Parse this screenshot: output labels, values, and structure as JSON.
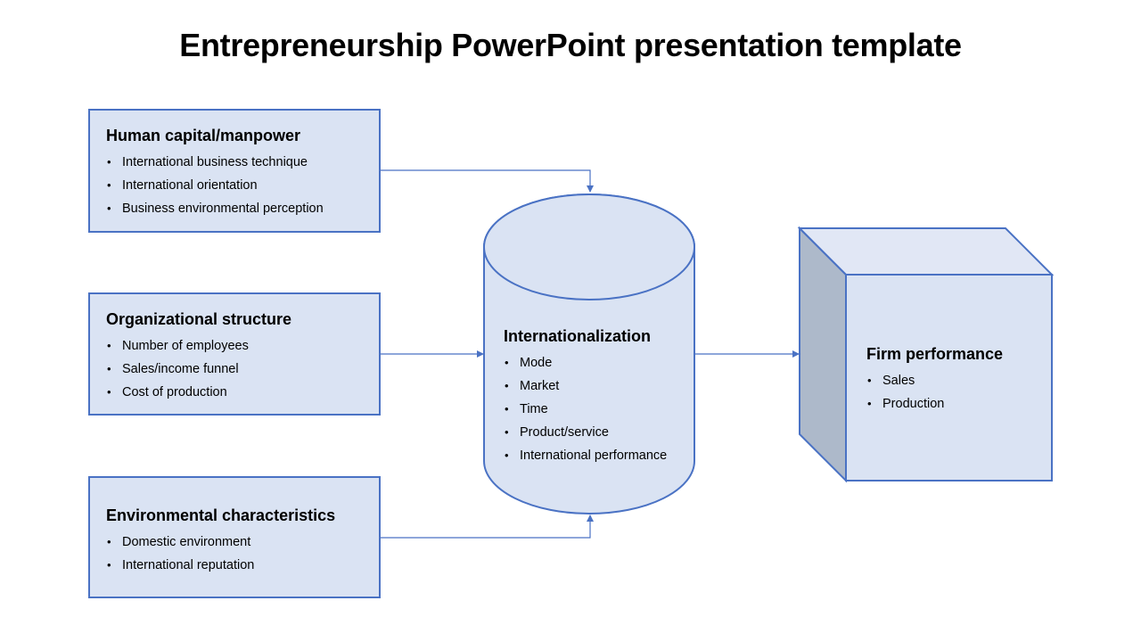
{
  "title": "Entrepreneurship PowerPoint presentation template",
  "colors": {
    "fill": "#dae3f3",
    "stroke": "#4a72c4",
    "cube_side": "#adb9ca",
    "cube_top": "#e1e7f5"
  },
  "inputs": [
    {
      "heading": "Human capital/manpower",
      "items": [
        "International business technique",
        "International orientation",
        "Business environmental perception"
      ]
    },
    {
      "heading": "Organizational structure",
      "items": [
        "Number of employees",
        "Sales/income funnel",
        "Cost of production"
      ]
    },
    {
      "heading": "Environmental characteristics",
      "items": [
        "Domestic environment",
        "International reputation"
      ]
    }
  ],
  "center": {
    "heading": "Internationalization",
    "items": [
      "Mode",
      "Market",
      "Time",
      "Product/service",
      "International performance"
    ]
  },
  "output": {
    "heading": "Firm performance",
    "items": [
      "Sales",
      "Production"
    ]
  }
}
